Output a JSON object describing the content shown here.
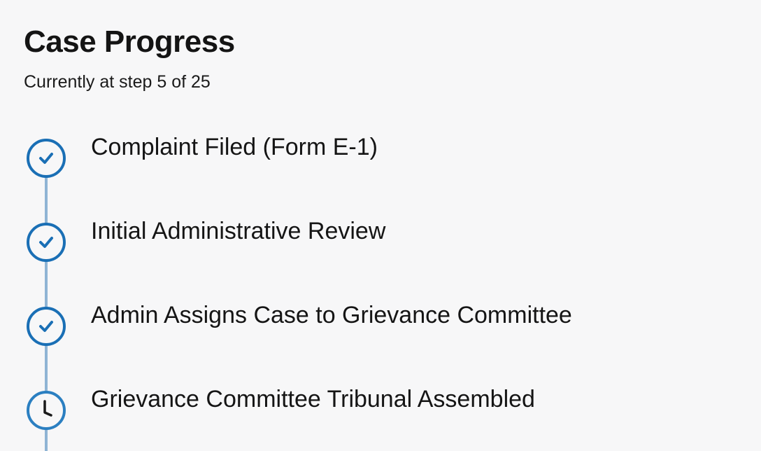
{
  "header": {
    "title": "Case Progress",
    "subtitle": "Currently at step 5 of 25"
  },
  "colors": {
    "accent": "#1a6fb5",
    "rail": "#8fb4d4",
    "background": "#f7f7f8"
  },
  "steps": [
    {
      "label": "Complaint Filed (Form E-1)",
      "status": "completed",
      "icon": "check-circle-icon"
    },
    {
      "label": "Initial Administrative Review",
      "status": "completed",
      "icon": "check-circle-icon"
    },
    {
      "label": "Admin Assigns Case to Grievance Committee",
      "status": "completed",
      "icon": "check-circle-icon"
    },
    {
      "label": "Grievance Committee Tribunal Assembled",
      "status": "pending",
      "icon": "clock-icon"
    }
  ]
}
